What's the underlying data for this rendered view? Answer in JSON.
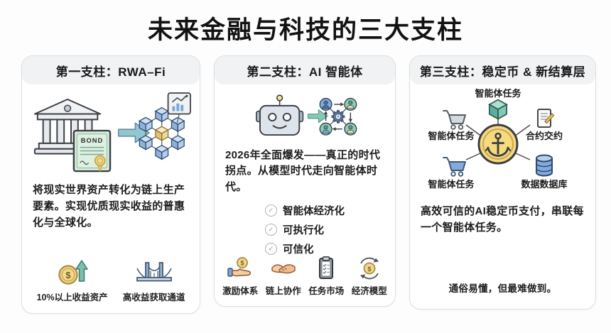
{
  "title": "未来金融与科技的三大支柱",
  "symbols": {
    "dollar": "$",
    "check": "✓",
    "bond": "BOND"
  },
  "colors": {
    "card_border": "#dcdee1",
    "header_bg": "#f0f2f4",
    "coin_gold": "#f5da7e",
    "arrow_teal": "#93c6d2",
    "arrow_green": "#85c9b5",
    "cube_blue": "#b3cdea",
    "cube_teal": "#83c7b4"
  },
  "pillar1": {
    "header": "第一支柱：RWA–Fi",
    "description": "将现实世界资产转化为链上生产要素。实现优质现实收益的普惠化与全球化。",
    "features": [
      {
        "icon": "coin-up-arrow",
        "label": "10%以上收益资产"
      },
      {
        "icon": "bridge",
        "label": "高收益获取通道"
      }
    ]
  },
  "pillar2": {
    "header": "第二支柱：AI 智能体",
    "description": "2026年全面爆发——真正的时代拐点。从模型时代走向智能体时代。",
    "checklist": [
      "智能体经济化",
      "可执行化",
      "可信化"
    ],
    "features": [
      {
        "icon": "hand-coin",
        "label": "激励体系"
      },
      {
        "icon": "handshake",
        "label": "链上协作"
      },
      {
        "icon": "clipboard",
        "label": "任务市场"
      },
      {
        "icon": "coin-cycle",
        "label": "经济模型"
      }
    ]
  },
  "pillar3": {
    "header": "第三支柱：稳定币 & 新结算层",
    "diagram": {
      "top": "智能体任务",
      "left": "智能体任务",
      "bottom_left": "智能体任务",
      "right": "合约交约",
      "bottom_right": "数据数据库"
    },
    "description": "高效可信的AI稳定币支付，串联每一个智能体任务。",
    "footnote": "通俗易懂，但最难做到。"
  }
}
